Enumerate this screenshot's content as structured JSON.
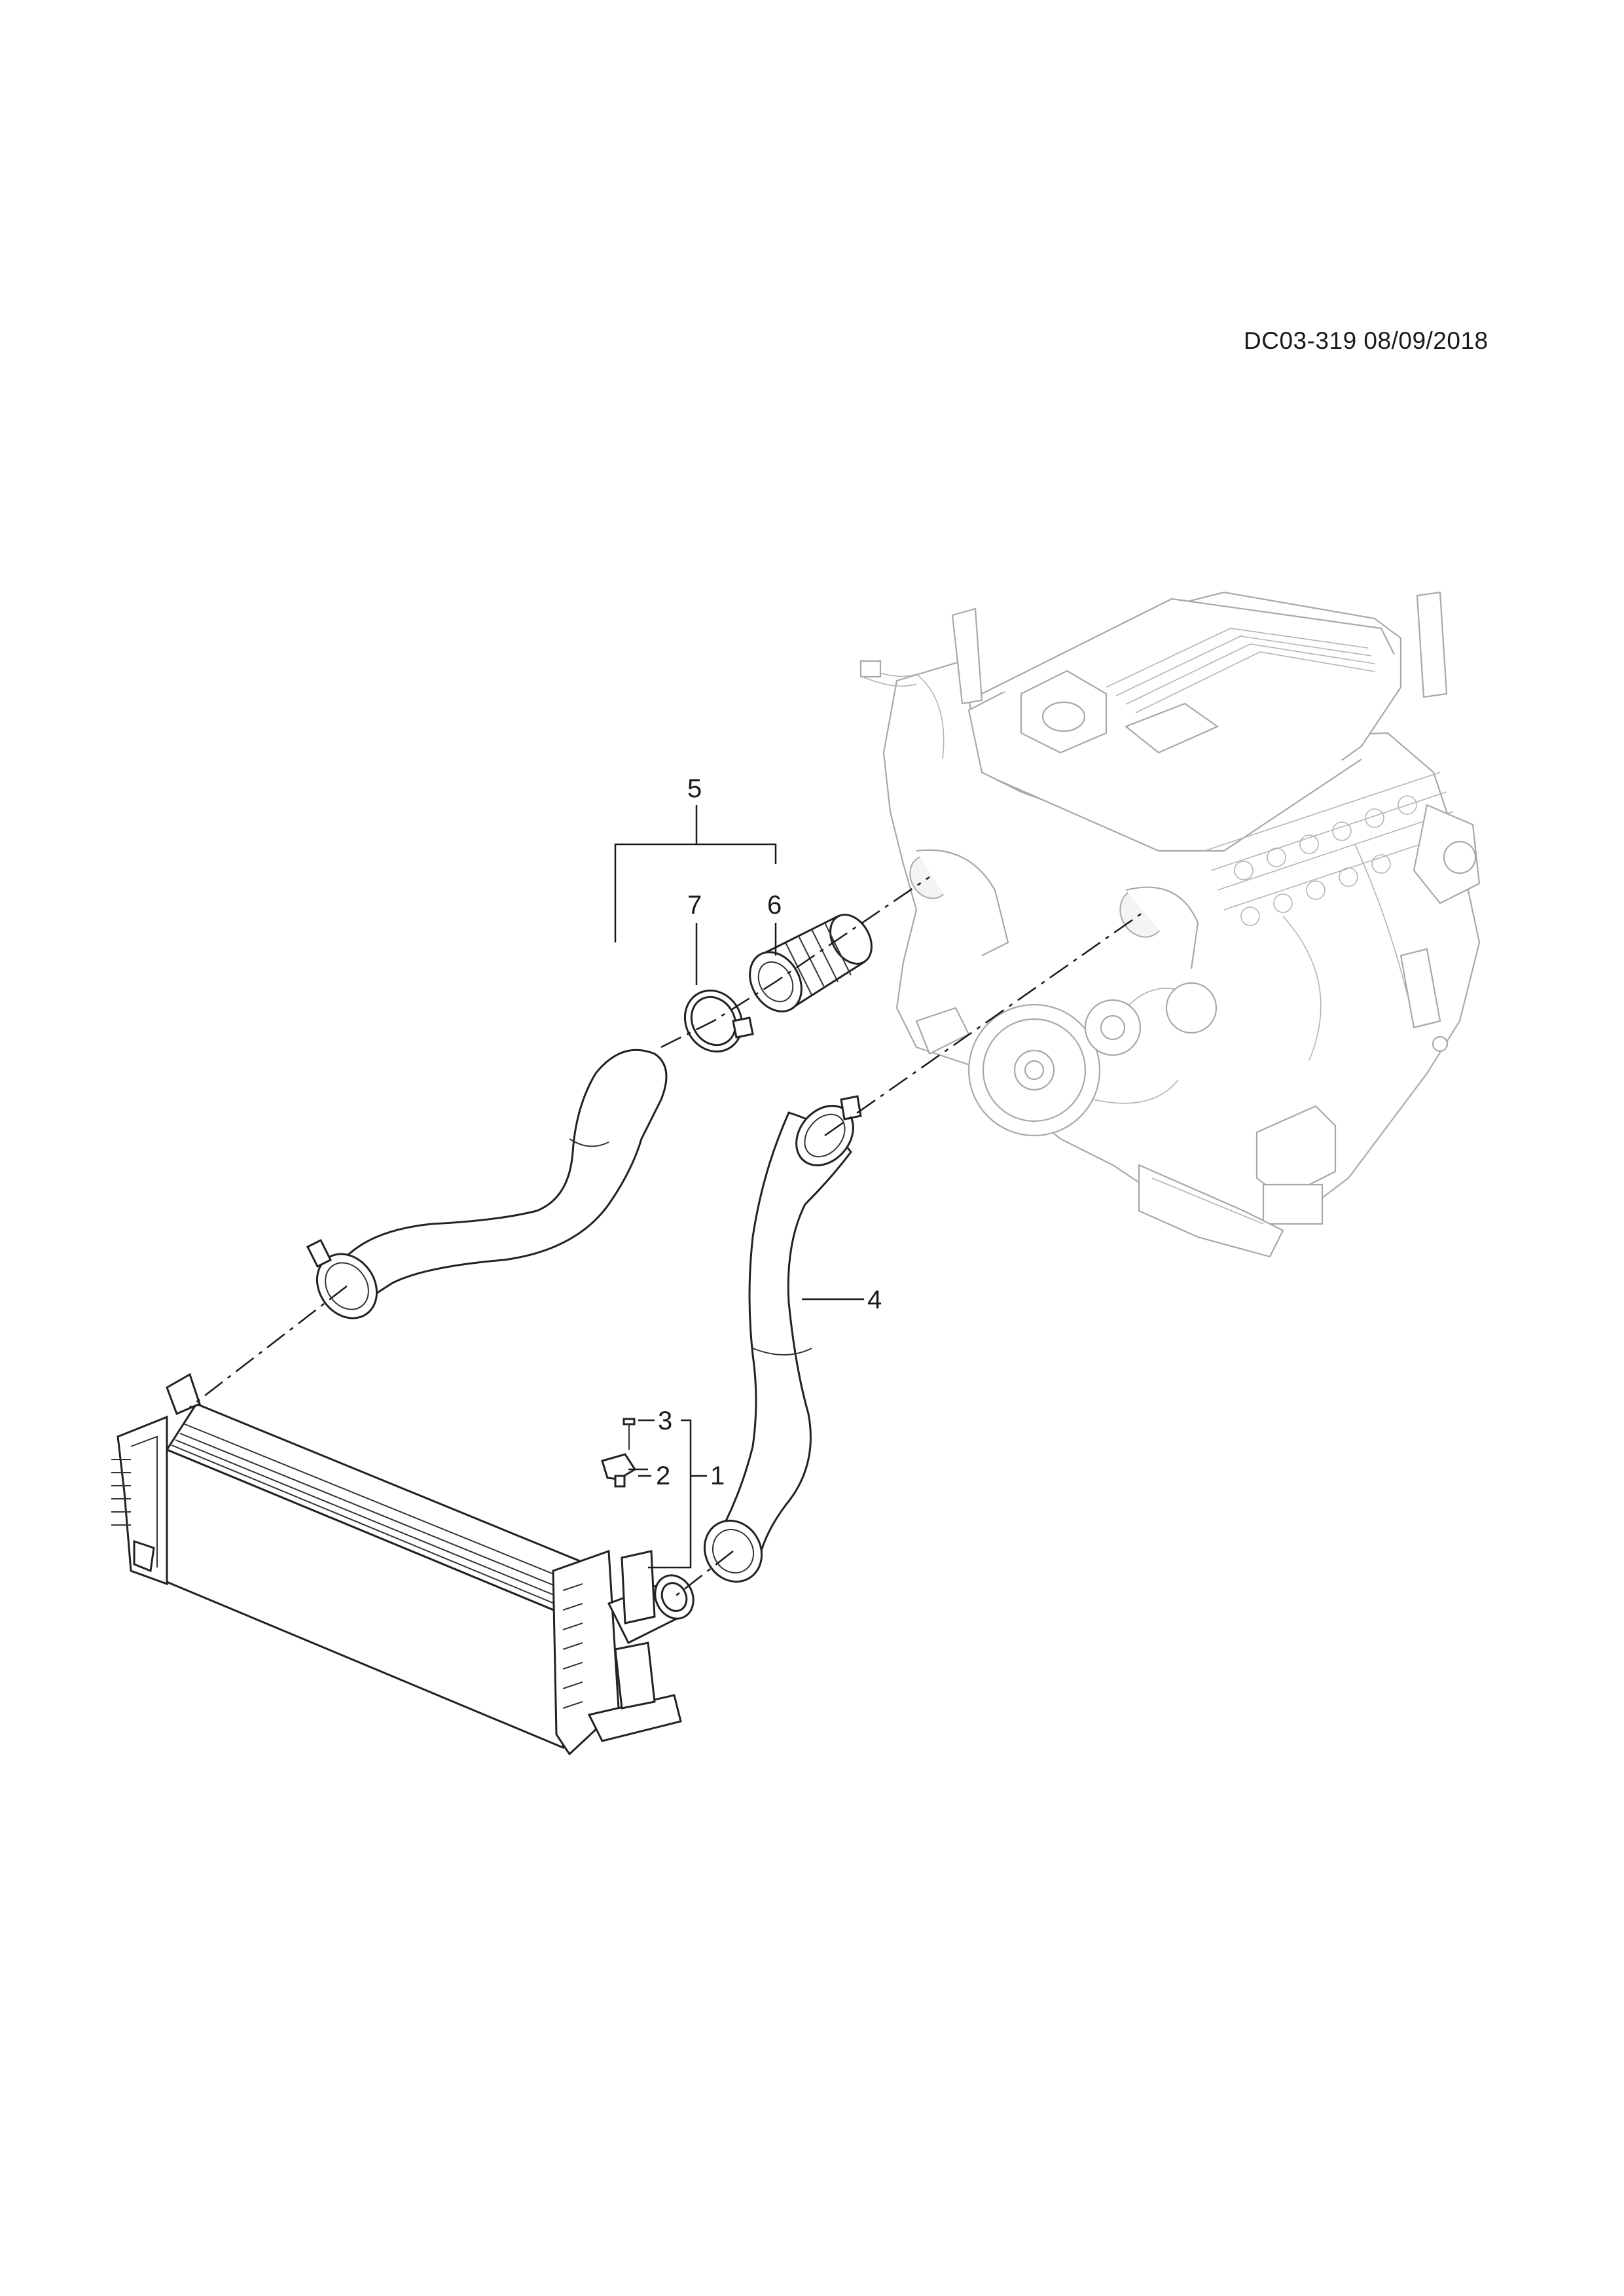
{
  "document": {
    "id_text": "DC03-319 08/09/2018"
  },
  "callouts": {
    "c1": "1",
    "c2": "2",
    "c3": "3",
    "c4": "4",
    "c5": "5",
    "c6": "6",
    "c7": "7"
  },
  "icons": {
    "engine": "engine-illustration-icon",
    "intercooler": "intercooler-illustration-icon",
    "hose_upper": "charge-air-hose-icon",
    "hose_lower": "charge-air-hose-icon",
    "clamp": "hose-clamp-icon",
    "resonator": "resonator-duct-icon",
    "sensor": "pressure-sensor-icon",
    "bolt": "bolt-icon"
  }
}
